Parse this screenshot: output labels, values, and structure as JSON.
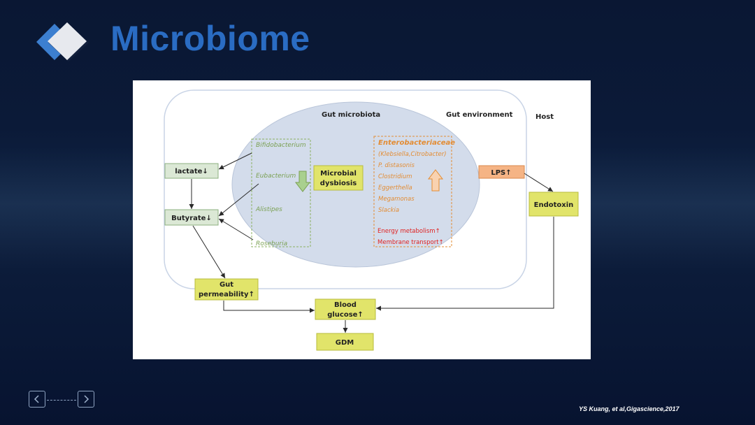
{
  "slide": {
    "title": "Microbiome",
    "citation": "YS Kuang, et al,Gigascience,2017"
  },
  "diagram": {
    "labels": {
      "gut_microbiota": "Gut microbiota",
      "gut_environment": "Gut environment",
      "host": "Host"
    },
    "decreased_taxa": [
      "Bifidobacterium",
      "Eubacterium",
      "Alistipes",
      "Roseburia"
    ],
    "increased_taxa": {
      "family": "Enterobacteriaceae",
      "family_members": "(Klebsiella,Citrobacter)",
      "species": [
        "P. distasonis",
        "Clostridium",
        "Eggerthella",
        "Megamonas",
        "Slackia"
      ],
      "functions": [
        "Energy metabolism↑",
        "Membrane transport↑"
      ]
    },
    "nodes": {
      "lactate": "lactate↓",
      "butyrate": "Butyrate↓",
      "microbial_dysbiosis": [
        "Microbial",
        "dysbiosis"
      ],
      "lps": "LPS↑",
      "endotoxin": "Endotoxin",
      "gut_permeability": [
        "Gut",
        "permeability↑"
      ],
      "blood_glucose": [
        "Blood",
        "glucose↑"
      ],
      "gdm": "GDM"
    }
  },
  "colors": {
    "title_blue": "#2a6cc3",
    "decrease_green": "#7aa052",
    "increase_orange": "#e38c33",
    "function_red": "#e0201f",
    "yellow_box": "#e1e46a",
    "green_box": "#dbe8d5",
    "lps_box": "#f5b485",
    "oval": "#d3dceb"
  },
  "navigation": {
    "prev_icon": "chevron-left-icon",
    "next_icon": "chevron-right-icon"
  }
}
